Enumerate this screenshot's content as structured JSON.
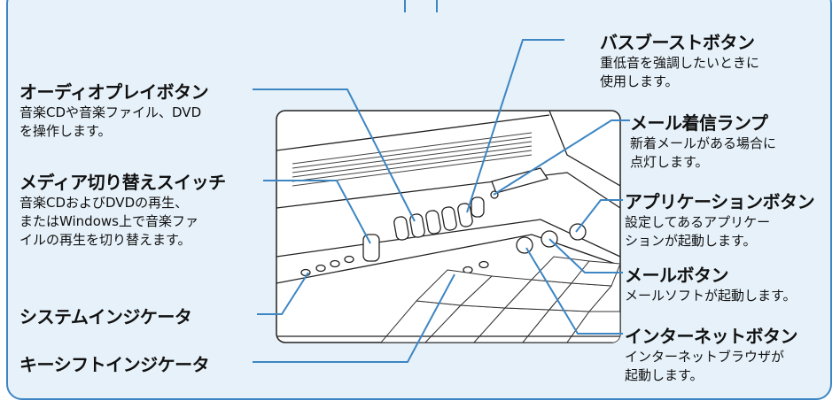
{
  "labels": {
    "audio_play": {
      "title": "オーディオプレイボタン",
      "desc": [
        "音楽CDや音楽ファイル、DVD",
        "を操作します。"
      ]
    },
    "media_switch": {
      "title": "メディア切り替えスイッチ",
      "desc": [
        "音楽CDおよびDVDの再生、",
        "またはWindows上で音楽ファ",
        "イルの再生を切り替えます。"
      ]
    },
    "system_indicator": {
      "title": "システムインジケータ"
    },
    "keyshift_indicator": {
      "title": "キーシフトインジケータ"
    },
    "bass_boost": {
      "title": "バスブーストボタン",
      "desc": [
        "重低音を強調したいときに",
        "使用します。"
      ]
    },
    "mail_lamp": {
      "title": "メール着信ランプ",
      "desc": [
        "新着メールがある場合に",
        "点灯します。"
      ]
    },
    "app_button": {
      "title": "アプリケーションボタン",
      "desc": [
        "設定してあるアプリケー",
        "ションが起動します。"
      ]
    },
    "mail_button": {
      "title": "メールボタン",
      "desc": [
        "メールソフトが起動します。"
      ]
    },
    "internet_button": {
      "title": "インターネットボタン",
      "desc": [
        "インターネットブラウザが",
        "起動します。"
      ]
    }
  },
  "colors": {
    "panel_bg": "#e6f1f9",
    "accent": "#3d86c3",
    "text": "#111111"
  }
}
